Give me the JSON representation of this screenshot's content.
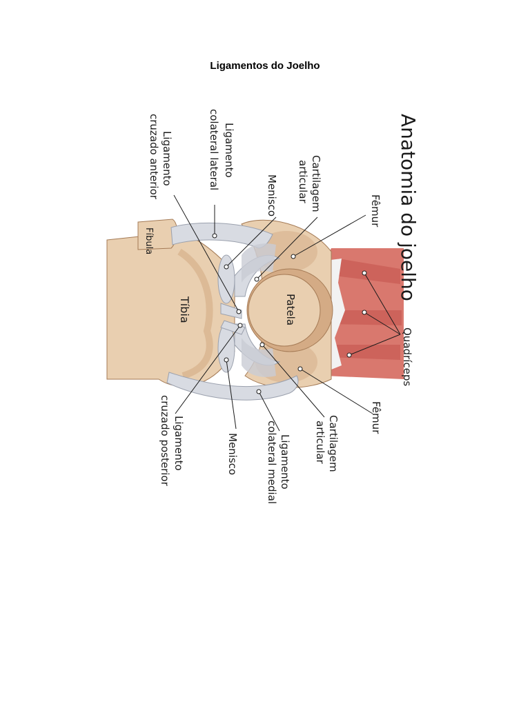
{
  "document": {
    "title": "Ligamentos do Joelho"
  },
  "diagram": {
    "title": "Anatomia do joelho",
    "labels": {
      "femur_top": "Fêmur",
      "femur_bottom": "Fêmur",
      "cartilage_top_1": "Cartilagem",
      "cartilage_top_2": "articular",
      "cartilage_bottom_1": "Cartilagem",
      "cartilage_bottom_2": "articular",
      "meniscus_top": "Menisco",
      "meniscus_bottom": "Menisco",
      "lcl_1": "Ligamento",
      "lcl_2": "colateral lateral",
      "mcl_1": "Ligamento",
      "mcl_2": "colateral medial",
      "acl_1": "Ligamento",
      "acl_2": "cruzado anterior",
      "pcl_1": "Ligamento",
      "pcl_2": "cruzado posterior",
      "quadriceps": "Quadríceps",
      "patella": "Patela",
      "tibia": "Tíbia",
      "fibula": "Fíbula"
    },
    "colors": {
      "bone": "#e9cfb0",
      "bone_shadow": "#d4ab85",
      "bone_outline": "#a47a55",
      "ligament": "#d8dbe2",
      "ligament_shadow": "#9aa0ad",
      "muscle": "#d9786e",
      "muscle_dark": "#c4554f",
      "tendon": "#f2f2f2"
    }
  }
}
